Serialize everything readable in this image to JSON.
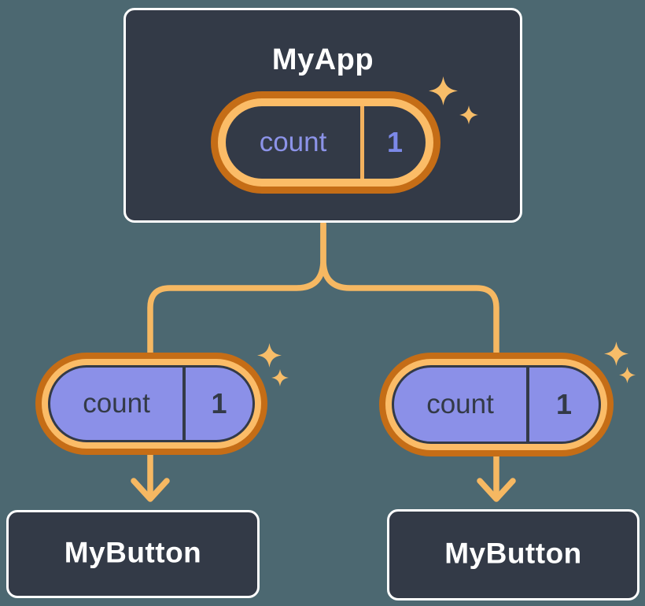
{
  "diagram_type": "react-component-tree-state-sharing",
  "tree": {
    "root": {
      "title": "MyApp",
      "state": {
        "name": "count",
        "value": "1"
      }
    },
    "children": [
      {
        "title": "MyButton",
        "prop": {
          "name": "count",
          "value": "1"
        }
      },
      {
        "title": "MyButton",
        "prop": {
          "name": "count",
          "value": "1"
        }
      }
    ]
  },
  "icons": {
    "sparkle": "four-point-star",
    "arrow": "chevron-down-arrow"
  },
  "colors": {
    "background": "#4C6871",
    "card_fill": "#333A47",
    "card_border": "#FFFFFF",
    "connector_orange": "#F6B862",
    "ring_outer_orange": "#C56D16",
    "ring_inner_orange": "#FBBC67",
    "pill_purple": "#8B90E8",
    "state_text_periwinkle": "#8C93E8",
    "dark_text": "#333A47",
    "sparkle_orange": "#F7BD69"
  }
}
